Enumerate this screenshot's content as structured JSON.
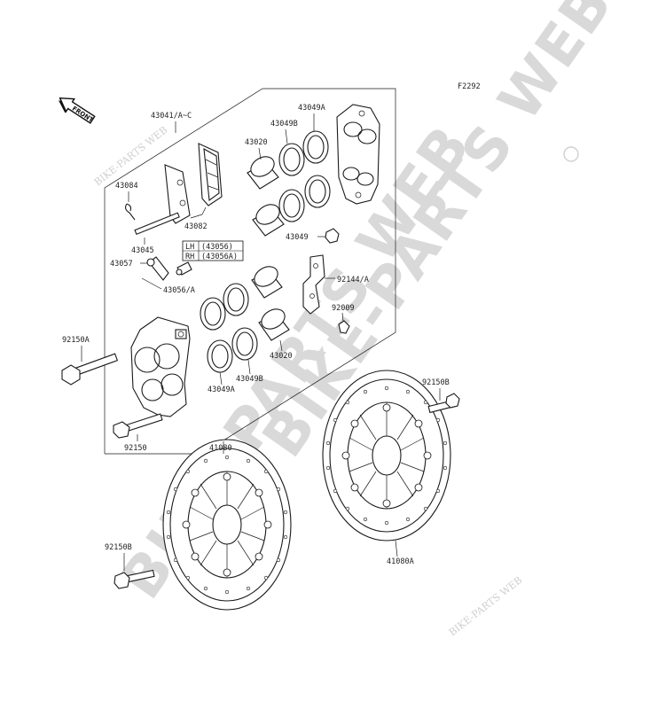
{
  "figure_code": "F2292",
  "front_arrow_label": "FRONT",
  "watermarks": {
    "main": "BIKE-PARTS WEB",
    "small": "BIKE-PARTS WEB"
  },
  "legend": {
    "lh_label": "LH",
    "lh_part": "(43056)",
    "rh_label": "RH",
    "rh_part": "(43056A)"
  },
  "labels": {
    "caliper_assy": "43041/A~C",
    "pad": "43082",
    "pin_clip": "43084",
    "pin": "43045",
    "bleeder_cap": "43057",
    "bleeder": "43056/A",
    "bolt_a": "92150A",
    "bolt": "92150",
    "piston_top": "43020",
    "seal_b_top": "43049B",
    "seal_a_top": "43049A",
    "caliper_half_bolt": "43049",
    "bracket": "92144/A",
    "screw": "92009",
    "piston_bottom": "43020",
    "seal_b_bottom": "43049B",
    "seal_a_bottom": "43049A",
    "disc_left": "41080",
    "disc_right": "41080A",
    "disc_bolt_left": "92150B",
    "disc_bolt_right": "92150B"
  }
}
